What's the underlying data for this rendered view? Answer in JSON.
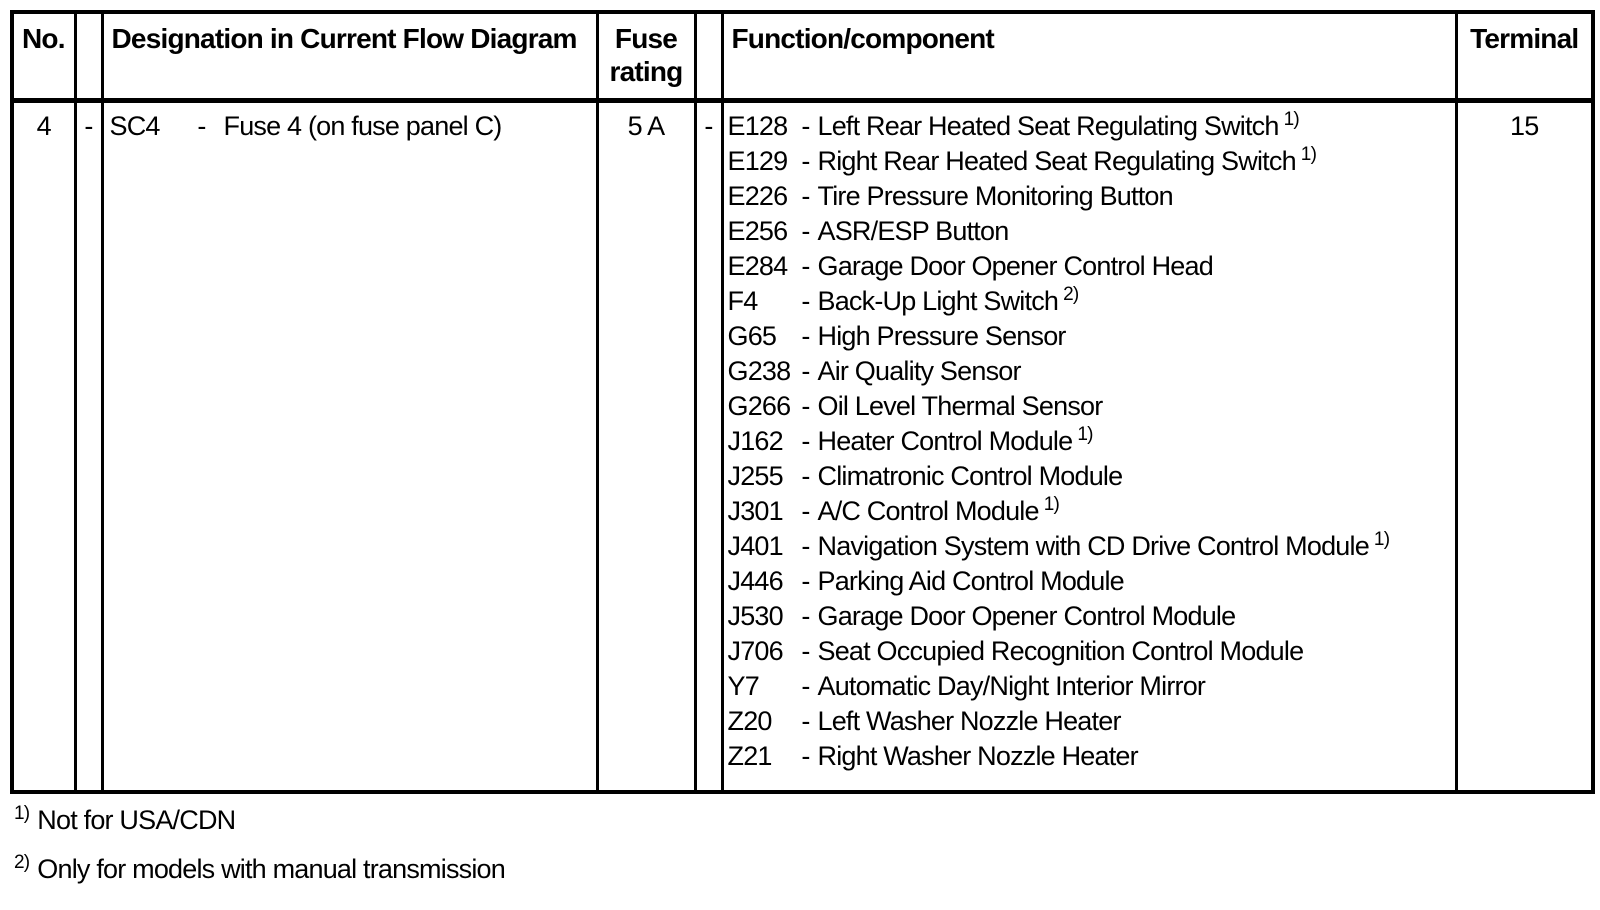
{
  "colors": {
    "text": "#000000",
    "background": "#ffffff",
    "border": "#000000"
  },
  "table": {
    "headers": {
      "no": "No.",
      "designation": "Designation in Current Flow Diagram",
      "fuse_rating_line1": "Fuse",
      "fuse_rating_line2": "rating",
      "function": "Function/component",
      "terminal": "Terminal"
    },
    "row": {
      "no": "4",
      "dash1": "-",
      "designation": {
        "code": "SC4",
        "dash": "-",
        "text": "Fuse 4 (on fuse panel C)"
      },
      "fuse_rating": "5 A",
      "dash2": "-",
      "terminal": "15",
      "components": [
        {
          "code": "E128",
          "dash": "-",
          "text": "Left Rear Heated Seat Regulating Switch",
          "sup": "1)"
        },
        {
          "code": "E129",
          "dash": "-",
          "text": "Right Rear Heated Seat Regulating Switch",
          "sup": "1)"
        },
        {
          "code": "E226",
          "dash": "-",
          "text": "Tire Pressure Monitoring Button",
          "sup": ""
        },
        {
          "code": "E256",
          "dash": "-",
          "text": "ASR/ESP Button",
          "sup": ""
        },
        {
          "code": "E284",
          "dash": "-",
          "text": "Garage Door Opener Control Head",
          "sup": ""
        },
        {
          "code": "F4",
          "dash": "-",
          "text": "Back-Up Light Switch",
          "sup": "2)"
        },
        {
          "code": "G65",
          "dash": "-",
          "text": "High Pressure Sensor",
          "sup": ""
        },
        {
          "code": "G238",
          "dash": "-",
          "text": "Air Quality Sensor",
          "sup": ""
        },
        {
          "code": "G266",
          "dash": "-",
          "text": "Oil Level Thermal Sensor",
          "sup": ""
        },
        {
          "code": "J162",
          "dash": "-",
          "text": "Heater Control Module",
          "sup": "1)"
        },
        {
          "code": "J255",
          "dash": "-",
          "text": "Climatronic Control Module",
          "sup": ""
        },
        {
          "code": "J301",
          "dash": "-",
          "text": "A/C Control Module",
          "sup": "1)"
        },
        {
          "code": "J401",
          "dash": "-",
          "text": "Navigation System with CD Drive Control Module",
          "sup": "1)"
        },
        {
          "code": "J446",
          "dash": "-",
          "text": "Parking Aid Control Module",
          "sup": ""
        },
        {
          "code": "J530",
          "dash": "-",
          "text": "Garage Door Opener Control Module",
          "sup": ""
        },
        {
          "code": "J706",
          "dash": "-",
          "text": "Seat Occupied Recognition Control Module",
          "sup": ""
        },
        {
          "code": "Y7",
          "dash": "-",
          "text": "Automatic Day/Night Interior Mirror",
          "sup": ""
        },
        {
          "code": "Z20",
          "dash": "-",
          "text": "Left Washer Nozzle Heater",
          "sup": ""
        },
        {
          "code": "Z21",
          "dash": "-",
          "text": "Right Washer Nozzle Heater",
          "sup": ""
        }
      ]
    }
  },
  "footnotes": [
    {
      "sup": "1)",
      "text": "Not for USA/CDN"
    },
    {
      "sup": "2)",
      "text": "Only for models with manual transmission"
    }
  ]
}
